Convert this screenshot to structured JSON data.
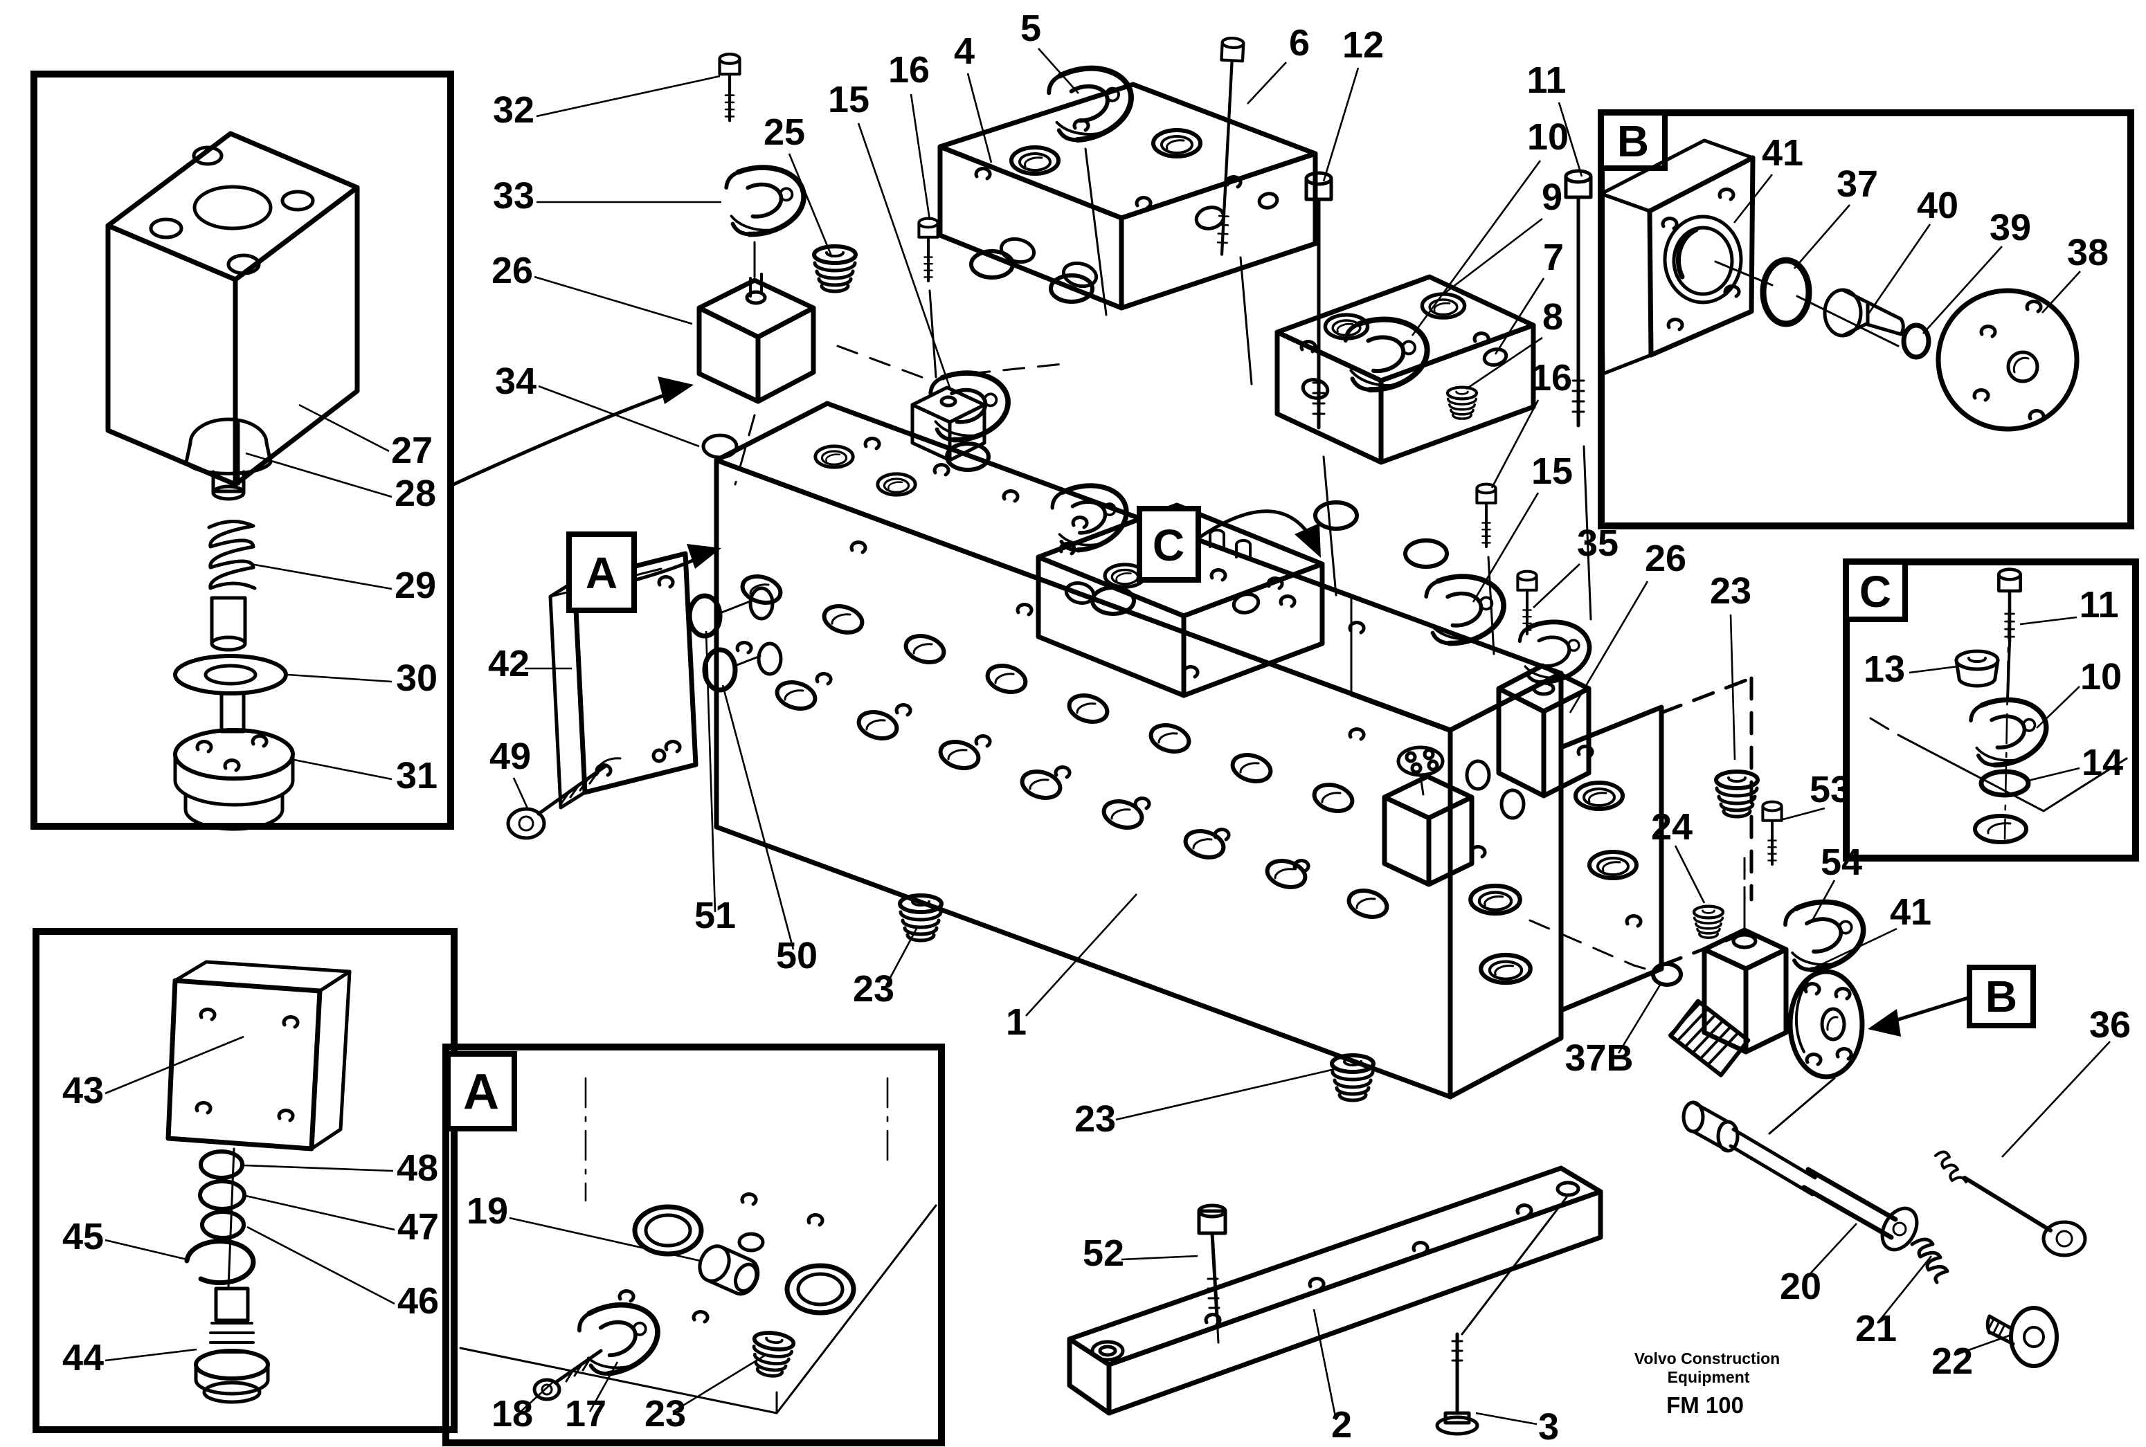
{
  "document": {
    "type": "exploded-parts-diagram",
    "subject": "Main valve block exploded view"
  },
  "footer": {
    "brand_line1": "Volvo Construction",
    "brand_line2": "Equipment",
    "code": "FM 100"
  },
  "markers": {
    "a": "A",
    "b": "B",
    "c": "C"
  },
  "callouts": {
    "n1": "1",
    "n2": "2",
    "n3": "3",
    "n4": "4",
    "n5": "5",
    "n6": "6",
    "n7": "7",
    "n8": "8",
    "n9": "9",
    "n10": "10",
    "n11": "11",
    "n12": "12",
    "n13": "13",
    "n14": "14",
    "n15": "15",
    "n16": "16",
    "n17": "17",
    "n18": "18",
    "n19": "19",
    "n20": "20",
    "n21": "21",
    "n22": "22",
    "n23": "23",
    "n24": "24",
    "n25": "25",
    "n26": "26",
    "n27": "27",
    "n28": "28",
    "n29": "29",
    "n30": "30",
    "n31": "31",
    "n32": "32",
    "n33": "33",
    "n34": "34",
    "n35": "35",
    "n36": "36",
    "n37": "37",
    "n37b": "37B",
    "n38": "38",
    "n39": "39",
    "n40": "40",
    "n41": "41",
    "n42": "42",
    "n43": "43",
    "n44": "44",
    "n45": "45",
    "n46": "46",
    "n47": "47",
    "n48": "48",
    "n49": "49",
    "n50": "50",
    "n51": "51",
    "n52": "52",
    "n53": "53",
    "n54": "54"
  }
}
